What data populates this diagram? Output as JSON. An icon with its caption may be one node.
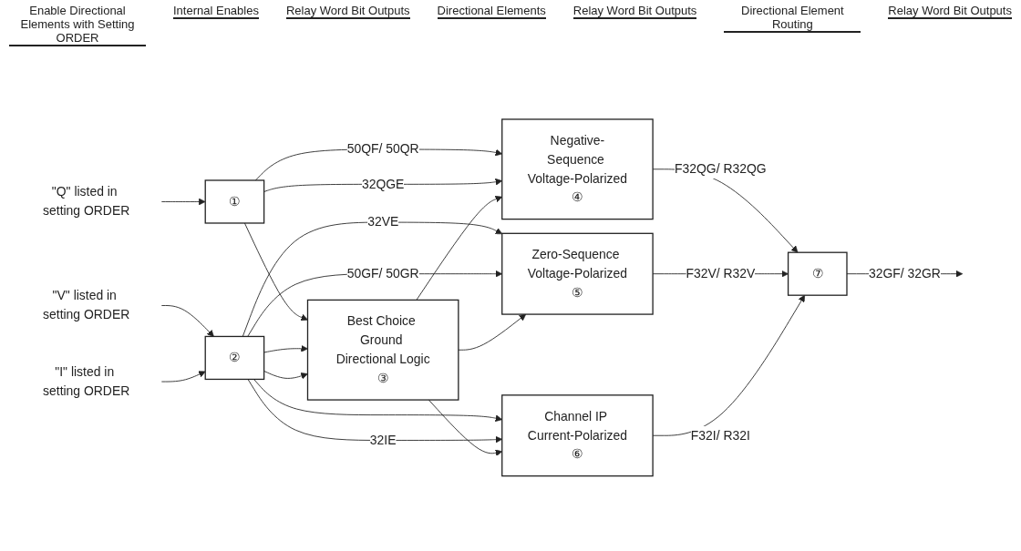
{
  "diagram": {
    "nodes": [
      {
        "text": [
          "\"Q\" listed in setting ORDER"
        ]
      },
      {
        "text": [
          "\"V\" listed in setting ORDER"
        ]
      },
      {
        "text": [
          "\"I\" listed in setting ORDER"
        ]
      },
      {
        "text": [
          "①"
        ]
      },
      {
        "text": [
          "②"
        ]
      },
      {
        "text": [
          "Best Choice Ground Directional Logic",
          "③"
        ]
      },
      {
        "text": [
          "Negative-Sequence Voltage-Polarized",
          "④"
        ]
      },
      {
        "text": [
          "Zero-Sequence Voltage-Polarized",
          "⑤"
        ]
      },
      {
        "text": [
          "Channel IP Current-Polarized",
          "⑥"
        ]
      },
      {
        "text": [
          "⑦"
        ]
      }
    ],
    "edges": [
      {
        "from": 0,
        "to": 3,
        "arrow": "to"
      },
      {
        "from": 1,
        "to": 4,
        "arrow": "to"
      },
      {
        "from": 2,
        "to": 4,
        "arrow": "to"
      },
      {
        "from": 3,
        "to": 6,
        "arrow": "to",
        "label": "50QF/ 50QR"
      },
      {
        "from": 3,
        "to": 6,
        "arrow": "to",
        "label": "32QGE"
      },
      {
        "from": 3,
        "to": 5,
        "arrow": "to"
      },
      {
        "from": 5,
        "to": 6,
        "arrow": "to"
      },
      {
        "from": 4,
        "to": 7,
        "arrow": "to",
        "label": "32VE"
      },
      {
        "from": 4,
        "to": 5,
        "arrow": "to"
      },
      {
        "from": 4,
        "to": 7,
        "arrow": "to",
        "label": "50GF/ 50GR"
      },
      {
        "from": 4,
        "to": 8,
        "arrow": "to"
      },
      {
        "from": 4,
        "to": 8,
        "arrow": "to",
        "label": "32IE"
      },
      {
        "from": 4,
        "to": 5,
        "arrow": "to"
      },
      {
        "from": 5,
        "to": 7,
        "arrow": "to"
      },
      {
        "from": 5,
        "to": 8,
        "arrow": "to"
      },
      {
        "from": 6,
        "to": 9,
        "arrow": "to",
        "label": "F32QG/ R32QG"
      },
      {
        "from": 7,
        "to": 9,
        "arrow": "to",
        "label": "F32V/ R32V"
      },
      {
        "from": 8,
        "to": 9,
        "arrow": "to",
        "label": "F32I/ R32I"
      },
      {
        "from": 9,
        "to": null,
        "arrow": "to",
        "label": "32GF/ 32GR"
      }
    ],
    "labels": [
      "Enable Directional Elements with Setting ORDER",
      "Internal Enables",
      "Relay Word Bit Outputs",
      "Directional Elements",
      "Relay Word Bit Outputs",
      "Directional Element Routing",
      "Relay Word Bit Outputs"
    ]
  }
}
